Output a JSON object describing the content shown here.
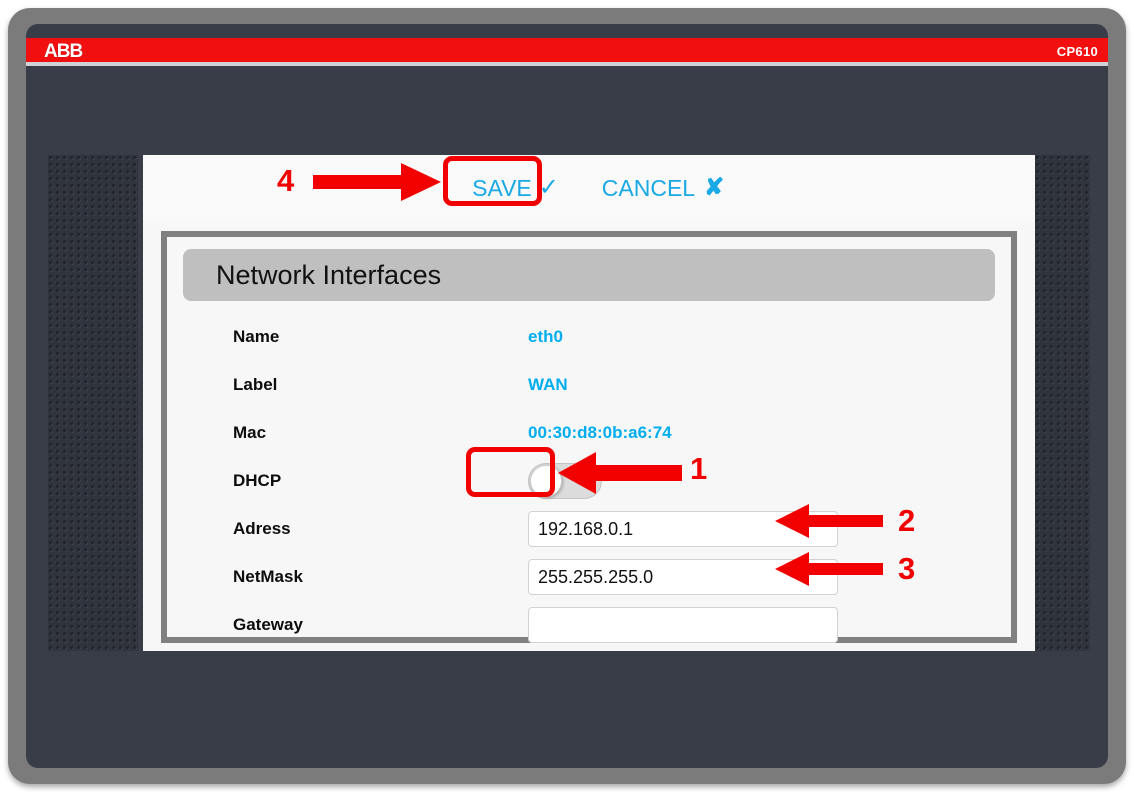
{
  "device": {
    "brand": "ABB",
    "model": "CP610"
  },
  "toolbar": {
    "save_label": "SAVE",
    "save_icon": "check-icon",
    "save_glyph": "✓",
    "cancel_label": "CANCEL",
    "cancel_icon": "close-icon",
    "cancel_glyph": "✘"
  },
  "section": {
    "title": "Network Interfaces"
  },
  "form": {
    "rows": [
      {
        "label": "Name",
        "type": "text",
        "value": "eth0"
      },
      {
        "label": "Label",
        "type": "text",
        "value": "WAN"
      },
      {
        "label": "Mac",
        "type": "text",
        "value": "00:30:d8:0b:a6:74"
      },
      {
        "label": "DHCP",
        "type": "toggle",
        "value": "off"
      },
      {
        "label": "Adress",
        "type": "input",
        "value": "192.168.0.1",
        "placeholder": ""
      },
      {
        "label": "NetMask",
        "type": "input",
        "value": "255.255.255.0",
        "placeholder": ""
      },
      {
        "label": "Gateway",
        "type": "input",
        "value": "",
        "placeholder": ""
      }
    ]
  },
  "annotations": {
    "step1": "1",
    "step2": "2",
    "step3": "3",
    "step4": "4"
  },
  "colors": {
    "brand_red": "#f20f0f",
    "accent_cyan": "#00aeef",
    "annotation_red": "#f20000",
    "bezel_gray": "#7b7b7b",
    "screen_dark": "#393d47",
    "header_gray": "#bfbfbf"
  }
}
